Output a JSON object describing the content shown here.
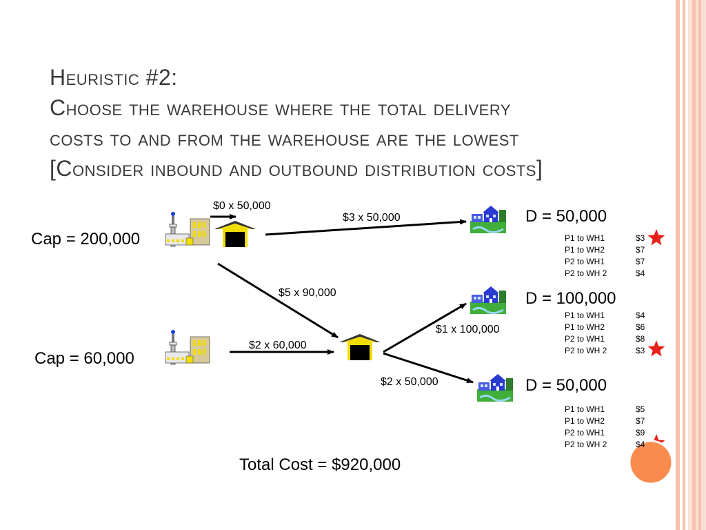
{
  "title": {
    "line1": "Heuristic #2:",
    "line2": "Choose the warehouse where the total delivery",
    "line3": "costs to and from the warehouse are the lowest",
    "line4": "[Consider inbound and outbound distribution costs]"
  },
  "plants": [
    {
      "cap": "Cap = 200,000"
    },
    {
      "cap": "Cap = 60,000"
    }
  ],
  "flows": {
    "p1_wh1": "$0 x 50,000",
    "wh1_c1": "$3 x 50,000",
    "p1_wh2": "$5 x 90,000",
    "p2_wh2": "$2 x 60,000",
    "wh2_c2": "$1 x 100,000",
    "wh2_c3": "$2 x 50,000"
  },
  "customers": [
    {
      "demand": "D = 50,000",
      "routes": [
        {
          "route": "P1 to WH1",
          "cost": "$3"
        },
        {
          "route": "P1 to  WH2",
          "cost": "$7"
        },
        {
          "route": "P2 to WH1",
          "cost": "$7"
        },
        {
          "route": "P2 to WH 2",
          "cost": "$4"
        }
      ]
    },
    {
      "demand": "D = 100,000",
      "routes": [
        {
          "route": "P1 to WH1",
          "cost": "$4"
        },
        {
          "route": "P1 to  WH2",
          "cost": "$6"
        },
        {
          "route": "P2 to WH1",
          "cost": "$8"
        },
        {
          "route": "P2 to WH 2",
          "cost": "$3"
        }
      ]
    },
    {
      "demand": "D = 50,000",
      "routes": [
        {
          "route": "P1 to WH1",
          "cost": "$5"
        },
        {
          "route": "P1 to  WH2",
          "cost": "$7"
        },
        {
          "route": "P2 to WH1",
          "cost": "$9"
        },
        {
          "route": "P2 to WH 2",
          "cost": "$4"
        }
      ]
    }
  ],
  "total": "Total Cost = $920,000",
  "colors": {
    "stripe": "#f4c2ad",
    "star": "#e8201b",
    "bullet": "#f98b4f",
    "warehouse_roof": "#f2dd00"
  }
}
